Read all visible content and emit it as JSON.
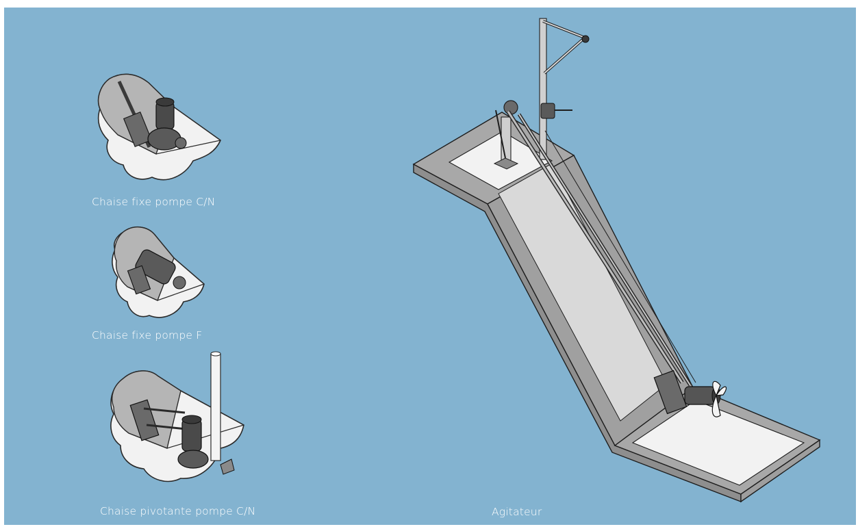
{
  "colors": {
    "background": "#83b3d0",
    "concrete_side": "#9a9a9a",
    "concrete_floor": "#eeeeee",
    "equipment": "#555555",
    "caption_text": "#ffffff"
  },
  "figures": [
    {
      "id": "chaise-fixe-cn",
      "caption": "Chaise fixe pompe C/N"
    },
    {
      "id": "chaise-fixe-f",
      "caption": "Chaise fixe pompe F"
    },
    {
      "id": "chaise-pivotante-cn",
      "caption": "Chaise pivotante pompe C/N"
    },
    {
      "id": "agitateur",
      "caption": "Agitateur"
    }
  ]
}
